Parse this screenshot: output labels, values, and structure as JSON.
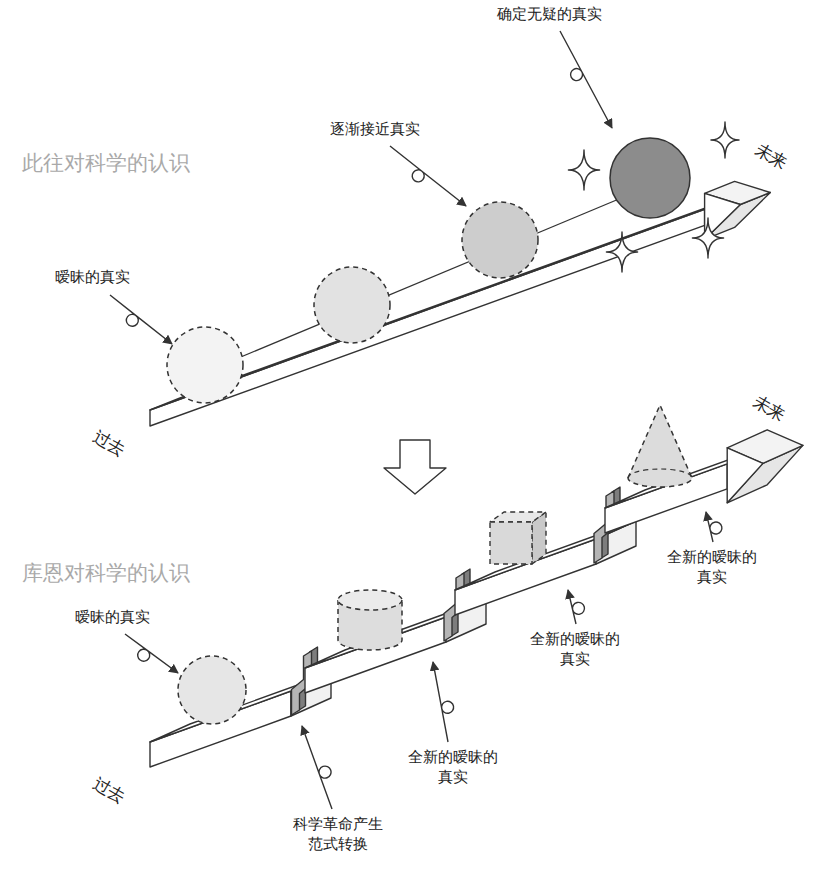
{
  "diagram": {
    "labels": [
      "确定无疑的真实",
      "逐渐接近真实",
      "未来",
      "此往对科学的认识",
      "暧昧的真实",
      "过去",
      "未来",
      "库恩对科学的认识",
      "全新的暧昧的 真实",
      "全新的暧昧的 真实",
      "暧昧的真实",
      "全新的暧昧的 真实",
      "过去",
      "科学革命产生 范式转换"
    ]
  }
}
